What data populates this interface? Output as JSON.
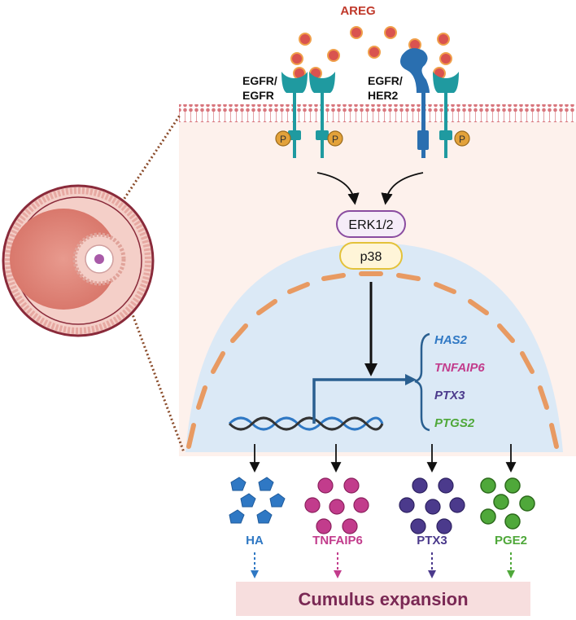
{
  "ligand": "AREG",
  "receptors": [
    "EGFR/\nEGFR",
    "EGFR/\nHER2"
  ],
  "phospho_label": "P",
  "kinases": [
    "ERK1/2",
    "p38"
  ],
  "genes": [
    {
      "name": "HAS2",
      "color": "#2f78c4"
    },
    {
      "name": "TNFAIP6",
      "color": "#c23c8c"
    },
    {
      "name": "PTX3",
      "color": "#4b3a8c"
    },
    {
      "name": "PTGS2",
      "color": "#4fa83a"
    }
  ],
  "products": [
    {
      "name": "HA",
      "color": "#2f78c4"
    },
    {
      "name": "TNFAIP6",
      "color": "#c23c8c"
    },
    {
      "name": "PTX3",
      "color": "#4b3a8c"
    },
    {
      "name": "PGE2",
      "color": "#4fa83a"
    }
  ],
  "outcome": "Cumulus expansion",
  "colors": {
    "ligand": "#c0392b",
    "receptor": "#1f9aa0",
    "membrane": "#d9777e",
    "nucleus": "#dbe9f6",
    "outcome": "#7a2854",
    "outcome_bg": "#f7dede"
  }
}
